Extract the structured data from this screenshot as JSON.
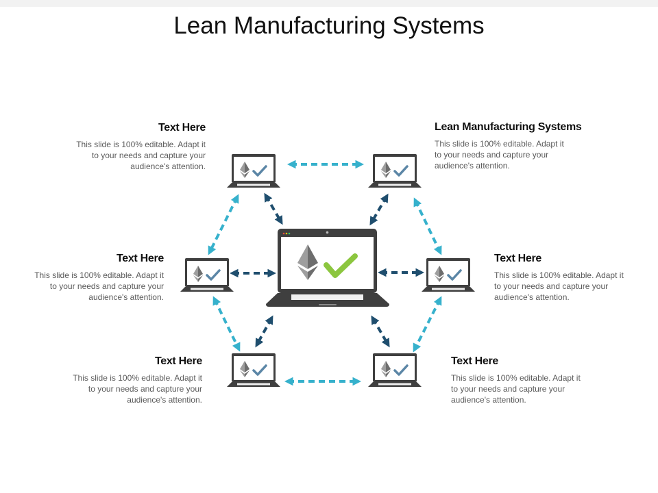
{
  "title": "Lean Manufacturing Systems",
  "colors": {
    "dark_arrow": "#1f4e6e",
    "light_arrow": "#36b1cc",
    "check": "#8cc63f",
    "check_small": "#5b86a6",
    "laptop": "#3f3f3f"
  },
  "icons": {
    "laptop": "laptop-icon",
    "ethereum": "ethereum-icon",
    "check": "checkmark-icon"
  },
  "blocks": [
    {
      "heading": "Text Here",
      "body": "This slide is 100% editable. Adapt it to your needs and capture your audience's attention."
    },
    {
      "heading": "Lean Manufacturing Systems",
      "body": "This slide is 100% editable. Adapt it to your needs and capture your audience's attention."
    },
    {
      "heading": "Text Here",
      "body": "This slide is 100% editable. Adapt it to your needs and capture your audience's attention."
    },
    {
      "heading": "Text Here",
      "body": "This slide is 100% editable. Adapt it to your needs and capture your audience's attention."
    },
    {
      "heading": "Text Here",
      "body": "This slide is 100% editable. Adapt it to your needs and capture your audience's attention."
    },
    {
      "heading": "Text Here",
      "body": "This slide is 100% editable. Adapt it to your needs and capture your audience's attention."
    }
  ]
}
